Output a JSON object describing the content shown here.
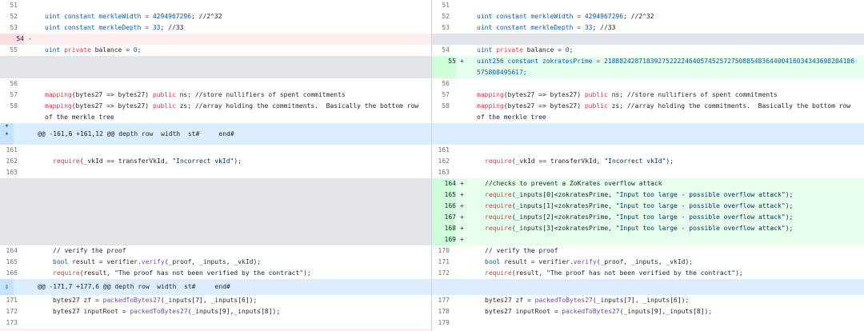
{
  "hunk1_label": "@@ -161,6 +161,12 @@ depth row  width  st#     end#",
  "hunk2_label": "@@ -171,7 +177,6 @@ depth row  width  st#     end#",
  "lines": {
    "l51": "51",
    "r51": "51",
    "l52": "52",
    "r52": "52",
    "l53": "53",
    "r53": "53",
    "l54": "54",
    "r54": "54",
    "l55": "55",
    "r55": "55",
    "l56": "56",
    "r56": "56",
    "l57": "57",
    "r57": "57",
    "l58": "58",
    "r58": "58",
    "l161": "161",
    "r161": "161",
    "l162": "162",
    "r162": "162",
    "l163": "163",
    "r163": "163",
    "r164": "164",
    "r165": "165",
    "r166": "166",
    "r167": "167",
    "r168": "168",
    "r169": "169",
    "l164": "164",
    "r170": "170",
    "l165": "165",
    "r171": "171",
    "l166": "166",
    "r172": "172",
    "l171": "171",
    "r177": "177",
    "l172": "172",
    "r178": "178",
    "l173": "173",
    "r179": "179"
  },
  "code": {
    "c52a": "uint constant merkleWidth = ",
    "c52b": "4294967296",
    "c52c": "; //2^32",
    "c53a": "uint constant merkleDepth = ",
    "c53b": "33",
    "c53c": "; //33",
    "c55a": "uint ",
    "c55b": "private",
    "c55c": " balance = ",
    "c55d": "0",
    "c55e": ";",
    "c55r_a": "uint256 constant zokratesPrime = ",
    "c55r_b": "21888242871839275222246405745257275088548364400416034343698204186575808495617",
    "c55r_c": ";",
    "c57a": "mapping",
    "c57b": "(bytes27 => bytes27) ",
    "c57c": "public",
    "c57d": " ns; //store nullifiers of spent commitments",
    "c58a": "mapping",
    "c58b": "(bytes27 => bytes27) ",
    "c58c": "public",
    "c58d": " zs; //array holding the commitments.  Basically the bottom row of the merkle tree",
    "c162a": "require",
    "c162b": "(_vkId == transferVkId, ",
    "c162c": "\"Incorrect vkId\"",
    "c162d": ");",
    "c164": "//checks to prevent a ZoKrates overflow attack",
    "c165": "(_inputs[0]<zokratesPrime, ",
    "c166": "(_inputs[1]<zokratesPrime, ",
    "c167": "(_inputs[2]<zokratesPrime, ",
    "c168": "(_inputs[3]<zokratesPrime, ",
    "c_overflow_msg": "\"Input too large - possible overflow attack\"",
    "c_require": "require",
    "c_close": ");",
    "c_verify_cm": "// verify the proof",
    "c_bool_a": "bool",
    "c_bool_b": " result = verifier.",
    "c_bool_c": "verify",
    "c_bool_d": "(_proof, _inputs, _vkId);",
    "c_req2a": "require",
    "c_req2b": "(result, ",
    "c_req2c": "\"The proof has not been verified by the contract\"",
    "c_req2d": ");",
    "c_zf_a": "bytes27 zf = ",
    "c_zf_b": "packedToBytes27",
    "c_zf_c": "(_inputs[7], _inputs[6]);",
    "c_ir_a": "bytes27 inputRoot = ",
    "c_ir_b": "packedToBytes27",
    "c_ir_c": "(_inputs[9],_inputs[8]);",
    "minus": "-",
    "plus": "+"
  },
  "colors": {
    "addition": "#e6ffed",
    "deletion": "#ffeef0",
    "hunk": "#dbedff",
    "keyword": "#d73a49",
    "function": "#6f42c1",
    "string": "#032f62"
  },
  "icons": {
    "expand_up_down": "unfold-icon",
    "expand": "expand-icon"
  }
}
